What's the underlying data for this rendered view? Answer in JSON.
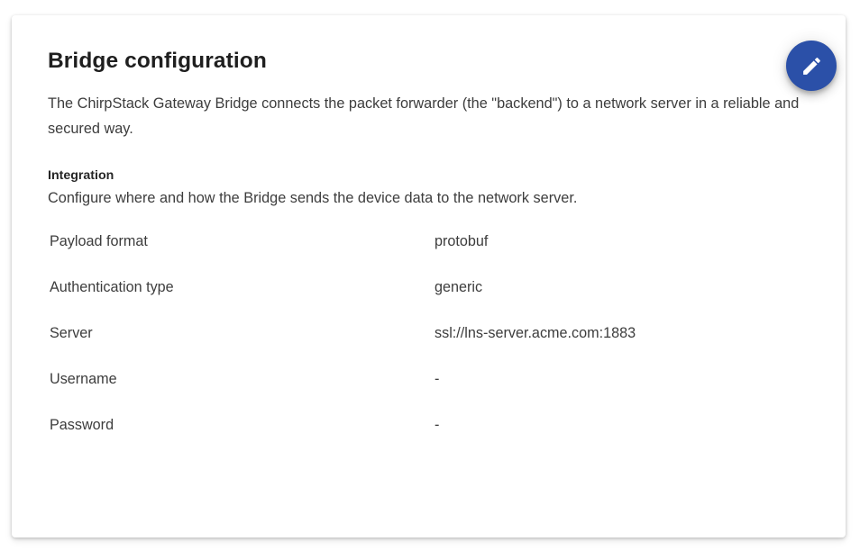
{
  "card": {
    "title": "Bridge configuration",
    "description": "The ChirpStack Gateway Bridge connects the packet forwarder (the \"backend\") to a network server in a reliable and secured way.",
    "edit_button": {
      "icon": "pencil-icon",
      "aria_label": "Edit bridge configuration",
      "accent_color": "#2b50a8",
      "icon_color": "#ffffff"
    },
    "section": {
      "heading": "Integration",
      "subtext": "Configure where and how the Bridge sends the device data to the network server."
    },
    "details": [
      {
        "label": "Payload format",
        "value": "protobuf"
      },
      {
        "label": "Authentication type",
        "value": "generic"
      },
      {
        "label": "Server",
        "value": "ssl://lns-server.acme.com:1883"
      },
      {
        "label": "Username",
        "value": "-"
      },
      {
        "label": "Password",
        "value": "-"
      }
    ]
  },
  "theme": {
    "card_background": "#ffffff",
    "page_background": "#ffffff",
    "title_color": "#1f1f1f",
    "body_text_color": "#3d3d3d",
    "accent_color": "#2b50a8"
  }
}
